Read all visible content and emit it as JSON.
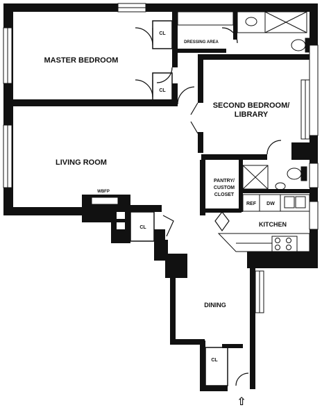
{
  "rooms": {
    "master_bedroom": "MASTER BEDROOM",
    "second_bedroom_line1": "SECOND BEDROOM/",
    "second_bedroom_line2": "LIBRARY",
    "living_room": "LIVING ROOM",
    "dining": "DINING",
    "kitchen": "KITCHEN",
    "dressing_area": "DRESSING AREA",
    "pantry_line1": "PANTRY/",
    "pantry_line2": "CUSTOM",
    "pantry_line3": "CLOSET"
  },
  "fixtures": {
    "closet": "CL",
    "fireplace": "WBFP",
    "refrigerator": "REF",
    "dishwasher": "DW"
  },
  "entry_arrow": "⇧"
}
